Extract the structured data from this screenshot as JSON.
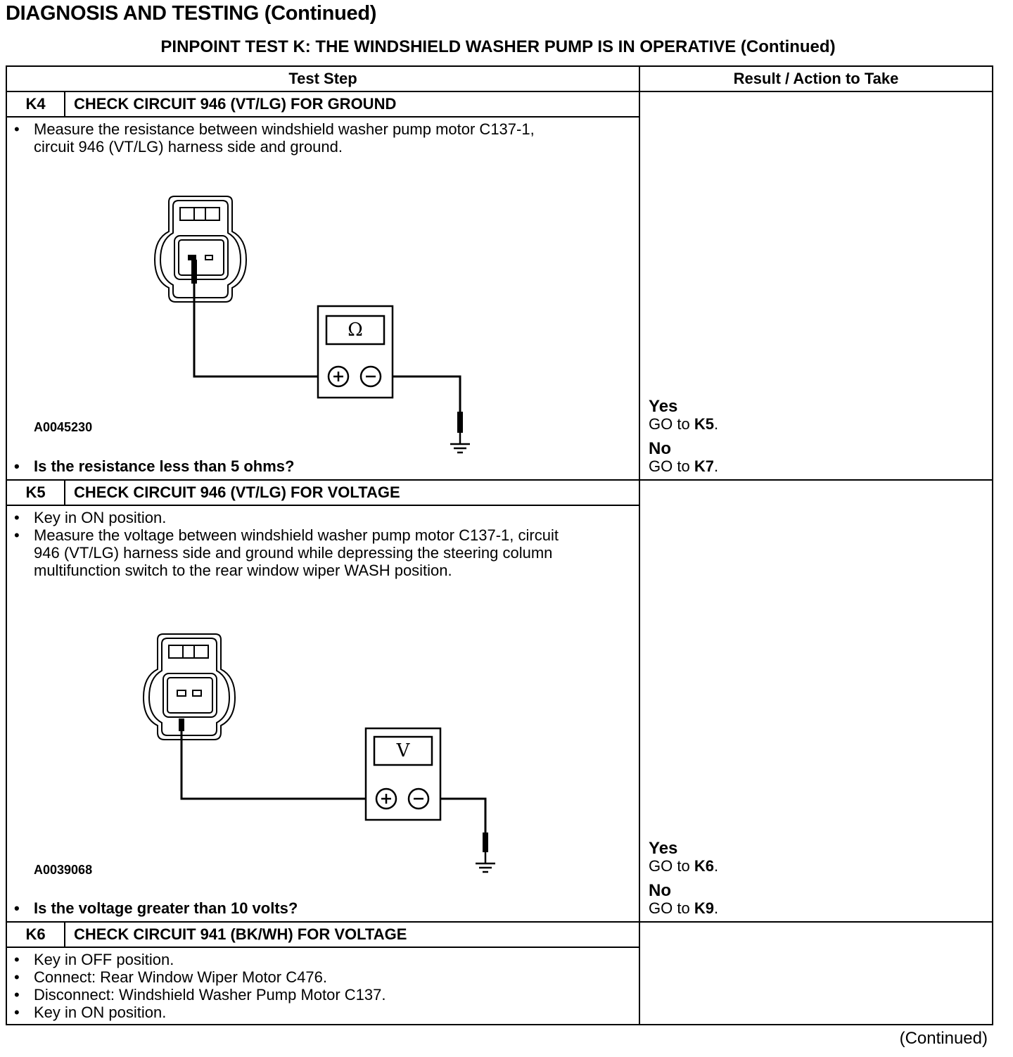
{
  "header": {
    "title": "DIAGNOSIS AND TESTING (Continued)",
    "subtitle": "PINPOINT TEST  K: THE WINDSHIELD WASHER PUMP IS IN OPERATIVE (Continued)"
  },
  "table": {
    "col_test_step": "Test Step",
    "col_result": "Result / Action to Take"
  },
  "steps": [
    {
      "id": "K4",
      "title": "CHECK CIRCUIT 946 (VT/LG) FOR GROUND",
      "instructions": [
        "Measure the resistance between windshield washer pump motor C137-1, circuit 946 (VT/LG) harness side and ground."
      ],
      "meter_symbol": "Ω",
      "figure_id": "A0045230",
      "question": "Is the resistance less than 5 ohms?",
      "results": [
        {
          "answer": "Yes",
          "action_prefix": "GO to ",
          "target": "K5",
          "suffix": "."
        },
        {
          "answer": "No",
          "action_prefix": "GO to ",
          "target": "K7",
          "suffix": "."
        }
      ]
    },
    {
      "id": "K5",
      "title": "CHECK CIRCUIT 946 (VT/LG) FOR VOLTAGE",
      "instructions": [
        "Key in ON position.",
        "Measure the voltage between windshield washer pump motor C137-1, circuit 946 (VT/LG) harness side and ground while depressing the steering column multifunction switch to the rear window wiper WASH position."
      ],
      "meter_symbol": "V",
      "figure_id": "A0039068",
      "question": "Is the voltage greater than 10 volts?",
      "results": [
        {
          "answer": "Yes",
          "action_prefix": "GO to ",
          "target": "K6",
          "suffix": "."
        },
        {
          "answer": "No",
          "action_prefix": "GO to ",
          "target": "K9",
          "suffix": "."
        }
      ]
    },
    {
      "id": "K6",
      "title": "CHECK CIRCUIT 941 (BK/WH) FOR VOLTAGE",
      "instructions": [
        "Key in OFF position.",
        "Connect: Rear Window Wiper Motor C476.",
        "Disconnect: Windshield Washer Pump Motor C137.",
        "Key in ON position."
      ]
    }
  ],
  "footer": {
    "continued": "(Continued)"
  }
}
